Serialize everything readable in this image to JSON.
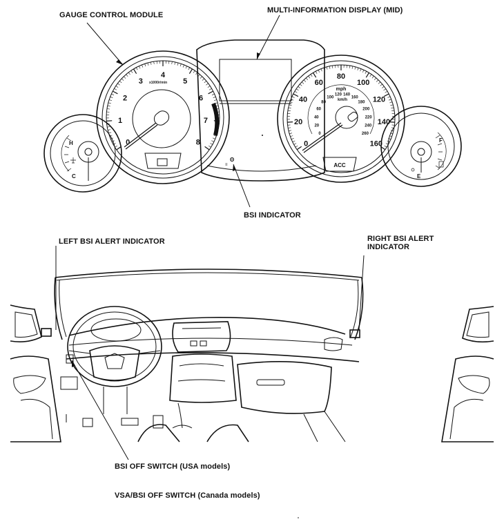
{
  "callouts": {
    "gauge_control_module": "GAUGE CONTROL MODULE",
    "mid": "MULTI-INFORMATION DISPLAY (MID)",
    "bsi_indicator": "BSI INDICATOR",
    "left_bsi_alert": "LEFT BSI ALERT INDICATOR",
    "right_bsi_alert": "RIGHT BSI ALERT INDICATOR",
    "bsi_off_switch_usa": "BSI OFF SWITCH (USA models)",
    "vsa_bsi_off_switch_canada": "VSA/BSI OFF SWITCH (Canada models)"
  },
  "tachometer": {
    "numerals": [
      "0",
      "1",
      "2",
      "3",
      "4",
      "5",
      "6",
      "7",
      "8"
    ],
    "unit": "x1000r/min"
  },
  "speedometer": {
    "mph_numerals": [
      "0",
      "20",
      "40",
      "60",
      "80",
      "100",
      "120",
      "140",
      "160"
    ],
    "mph_unit": "mph",
    "kmh_numerals": [
      "0",
      "20",
      "40",
      "60",
      "80",
      "100",
      "120",
      "140",
      "160",
      "180",
      "200",
      "220",
      "240",
      "260"
    ],
    "kmh_unit": "km/h",
    "acc_label": "ACC"
  },
  "temp_gauge": {
    "hot": "H",
    "cold": "C"
  },
  "fuel_gauge": {
    "full": "F",
    "empty": "E"
  }
}
